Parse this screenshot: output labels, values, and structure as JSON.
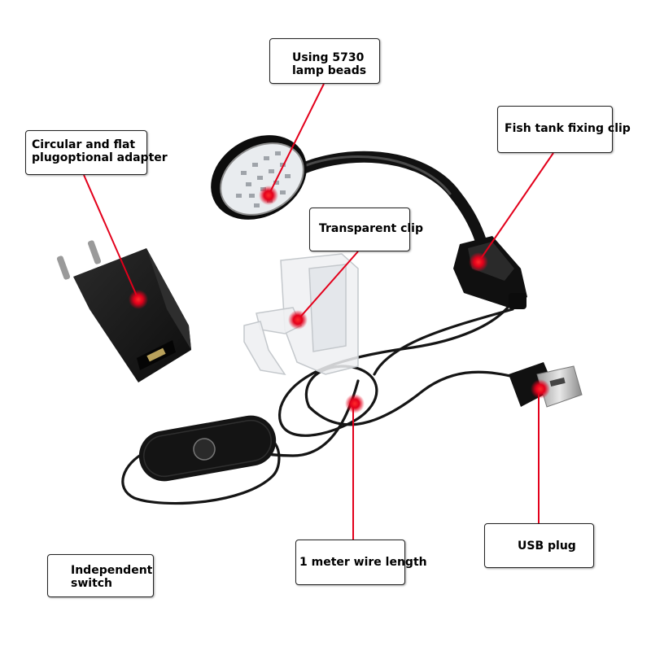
{
  "callouts": {
    "lamp_beads": {
      "line1": "Using 5730",
      "line2": "lamp beads"
    },
    "adapter": {
      "line1": "Circular and flat",
      "line2": "plugoptional adapter"
    },
    "fixing_clip": {
      "text": "Fish tank fixing clip"
    },
    "transparent_clip": {
      "text": "Transparent clip"
    },
    "usb_plug": {
      "text": "USB plug"
    },
    "wire_length": {
      "text": "1 meter wire length"
    },
    "switch": {
      "line1": "Independent",
      "line2": "switch"
    }
  },
  "colors": {
    "background": "#ffffff",
    "pointer_red": "#e3001b",
    "device_black": "#141414",
    "label_border": "#222222"
  }
}
